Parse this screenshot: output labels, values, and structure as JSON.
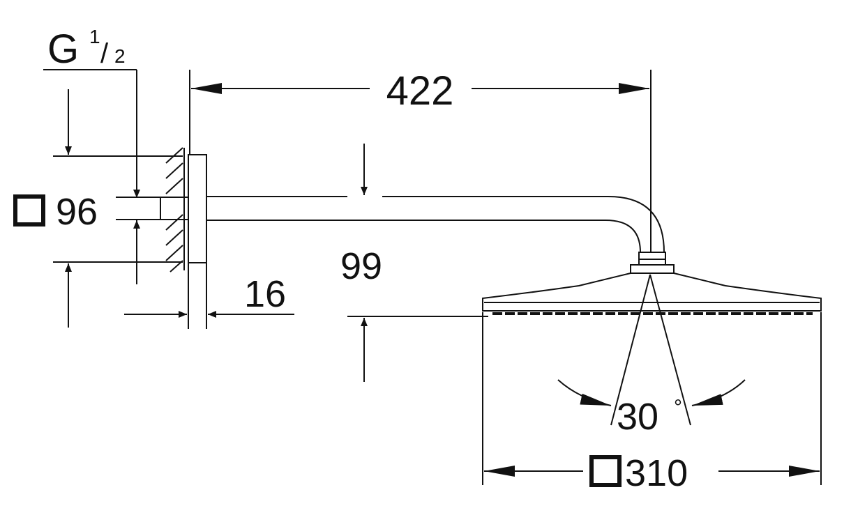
{
  "dimensions": {
    "thread": {
      "letter": "G",
      "numerator": "1",
      "slash": "/",
      "denominator": "2"
    },
    "arm_length": "422",
    "flange_size": "96",
    "head_size": "310",
    "wall_offset": "16",
    "drop_height": "99",
    "tilt_angle": "30",
    "degree_symbol": "°"
  },
  "icons": {
    "square_symbol": "square-outline",
    "degree_symbol": "degree-circle"
  },
  "colors": {
    "ink": "#111111",
    "background": "#ffffff"
  }
}
